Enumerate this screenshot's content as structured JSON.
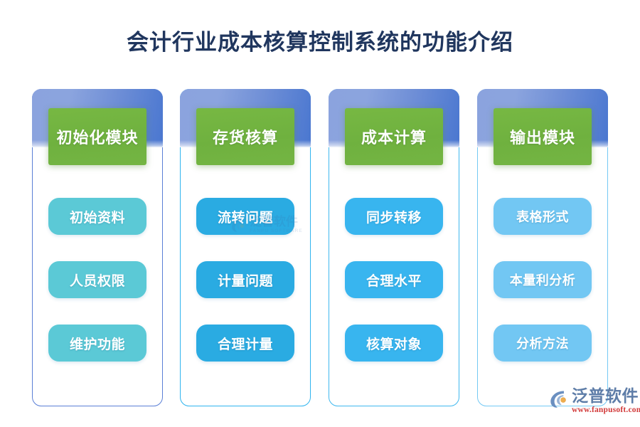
{
  "title": "会计行业成本核算控制系统的功能介绍",
  "columns": [
    {
      "header": "初始化模块",
      "items": [
        "初始资料",
        "人员权限",
        "维护功能"
      ],
      "pill_color": "#5bc9d6",
      "border_color": "#5a7fd6"
    },
    {
      "header": "存货核算",
      "items": [
        "流转问题",
        "计量问题",
        "合理计量"
      ],
      "pill_color": "#2aabe2",
      "border_color": "#2fb4ef"
    },
    {
      "header": "成本计算",
      "items": [
        "同步转移",
        "合理水平",
        "核算对象"
      ],
      "pill_color": "#38b5ef",
      "border_color": "#3fb8ef"
    },
    {
      "header": "输出模块",
      "items": [
        "表格形式",
        "本量利分析",
        "分析方法"
      ],
      "pill_color": "#72c7f3",
      "border_color": "#74c9f4"
    }
  ],
  "theme": {
    "title_color": "#20365e",
    "band_gradient_start": "#8ba3de",
    "band_gradient_end": "#4a77d0",
    "label_green": "#72b440",
    "background": "#ffffff"
  },
  "watermark": {
    "name": "泛普软件",
    "subtitle": "FANPU SOFTWARE"
  },
  "logo": {
    "name": "泛普软件",
    "url": "www.fanpusoft.com",
    "text_color": "#5e7da8",
    "url_color": "#d23a3a"
  }
}
